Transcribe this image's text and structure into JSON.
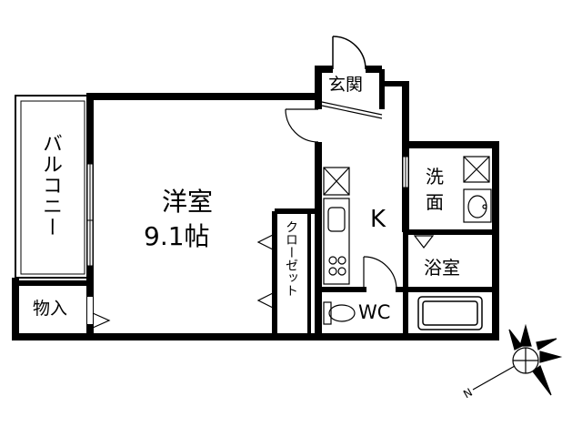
{
  "rooms": {
    "balcony": "バルコニー",
    "storage": "物入",
    "western_room_name": "洋室",
    "western_room_size": "9.1帖",
    "closet": "クローゼット",
    "entrance": "玄関",
    "kitchen": "K",
    "washroom_line1": "洗",
    "washroom_line2": "面",
    "bathroom": "浴室",
    "toilet": "WC"
  },
  "compass": {
    "north_label": "N"
  },
  "colors": {
    "wall": "#000000",
    "background": "#ffffff",
    "fixture_fill": "#ffffff"
  }
}
